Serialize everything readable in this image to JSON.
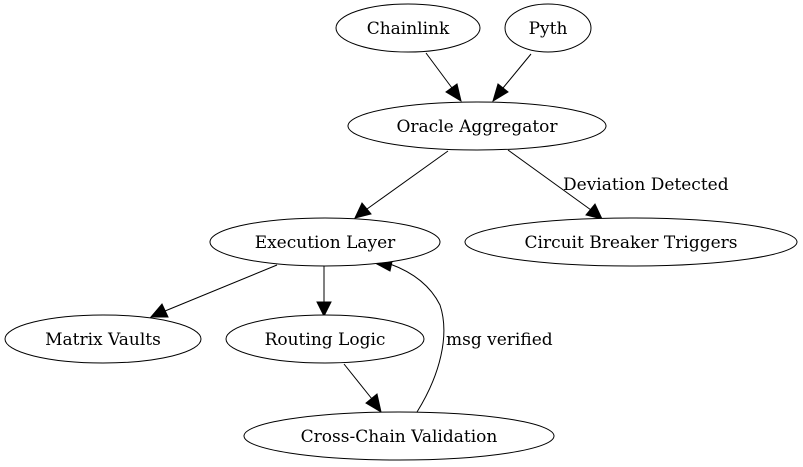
{
  "nodes": {
    "chainlink": "Chainlink",
    "pyth": "Pyth",
    "oracle_aggregator": "Oracle Aggregator",
    "execution_layer": "Execution Layer",
    "circuit_breaker": "Circuit Breaker Triggers",
    "matrix_vaults": "Matrix Vaults",
    "routing_logic": "Routing Logic",
    "cross_chain_validation": "Cross-Chain Validation"
  },
  "edge_labels": {
    "deviation_detected": "Deviation Detected",
    "msg_verified": "msg verified"
  },
  "edges": [
    [
      "chainlink",
      "oracle_aggregator"
    ],
    [
      "pyth",
      "oracle_aggregator"
    ],
    [
      "oracle_aggregator",
      "execution_layer"
    ],
    [
      "oracle_aggregator",
      "circuit_breaker"
    ],
    [
      "execution_layer",
      "matrix_vaults"
    ],
    [
      "execution_layer",
      "routing_logic"
    ],
    [
      "routing_logic",
      "cross_chain_validation"
    ],
    [
      "cross_chain_validation",
      "execution_layer"
    ]
  ]
}
